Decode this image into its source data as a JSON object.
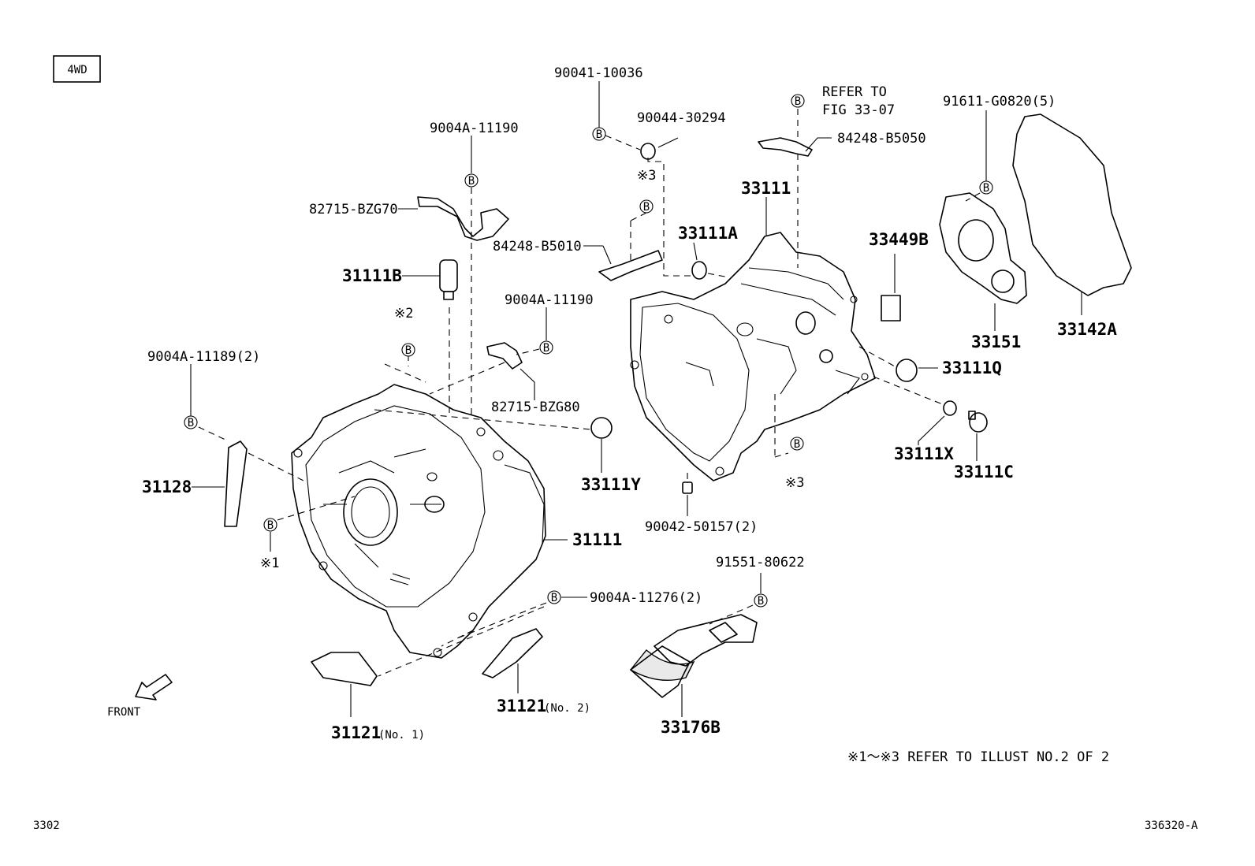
{
  "badge": "4WD",
  "b_marker": "B",
  "ref_mark": {
    "m1": "※1",
    "m2": "※2",
    "m3": "※3"
  },
  "labels": {
    "p90041_10036": "90041-10036",
    "p90044_30294": "90044-30294",
    "refer_line1": "REFER TO",
    "refer_line2": "FIG 33-07",
    "p91611_g0820": "91611-G0820(5)",
    "p9004a_11190_top": "9004A-11190",
    "p84248_b5050": "84248-B5050",
    "p33111_top": "33111",
    "p82715_bzg70": "82715-BZG70",
    "p33111a": "33111A",
    "p33449b": "33449B",
    "p84248_b5010": "84248-B5010",
    "p31111b": "31111B",
    "p9004a_11190_mid": "9004A-11190",
    "p33151": "33151",
    "p33142a": "33142A",
    "p9004a_11189": "9004A-11189(2)",
    "p82715_bzg80": "82715-BZG80",
    "p33111q": "33111Q",
    "p33111x": "33111X",
    "p33111c": "33111C",
    "p31128": "31128",
    "p33111y": "33111Y",
    "p90042_50157": "90042-50157(2)",
    "p31111": "31111",
    "p91551_80622": "91551-80622",
    "p9004a_11276": "9004A-11276(2)",
    "p31121_no1": "31121",
    "p31121_no1_sub": "(No. 1)",
    "p31121_no2": "31121",
    "p31121_no2_sub": "(No. 2)",
    "p33176b": "33176B"
  },
  "front_label": "FRONT",
  "footnote": "※1～※3  REFER TO ILLUST NO.2 OF 2",
  "page_ref_left": "3302",
  "page_ref_right": "336320-A"
}
